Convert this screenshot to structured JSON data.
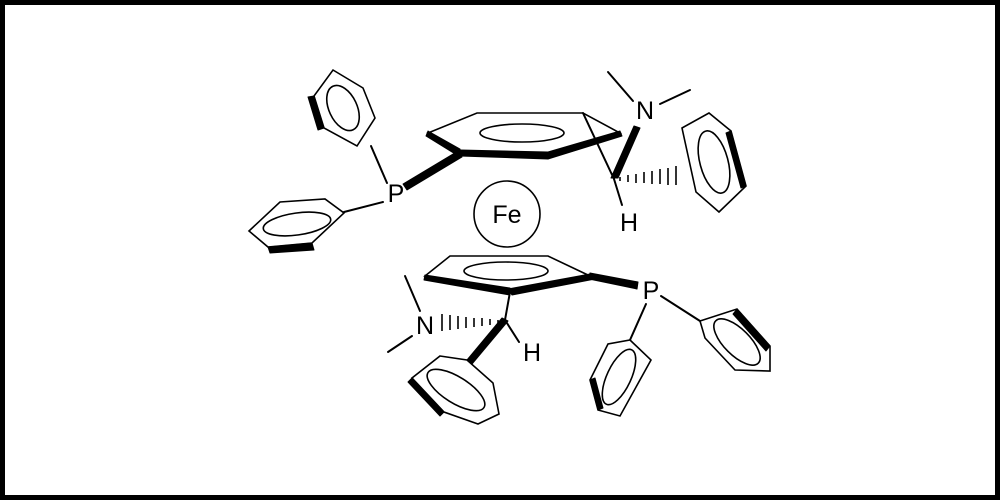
{
  "molecule": {
    "metal_label": "Fe",
    "upper_ring": {
      "phosphorus_label": "P",
      "nitrogen_label": "N",
      "hydrogen_label": "H"
    },
    "lower_ring": {
      "phosphorus_label": "P",
      "nitrogen_label": "N",
      "hydrogen_label": "H"
    }
  }
}
